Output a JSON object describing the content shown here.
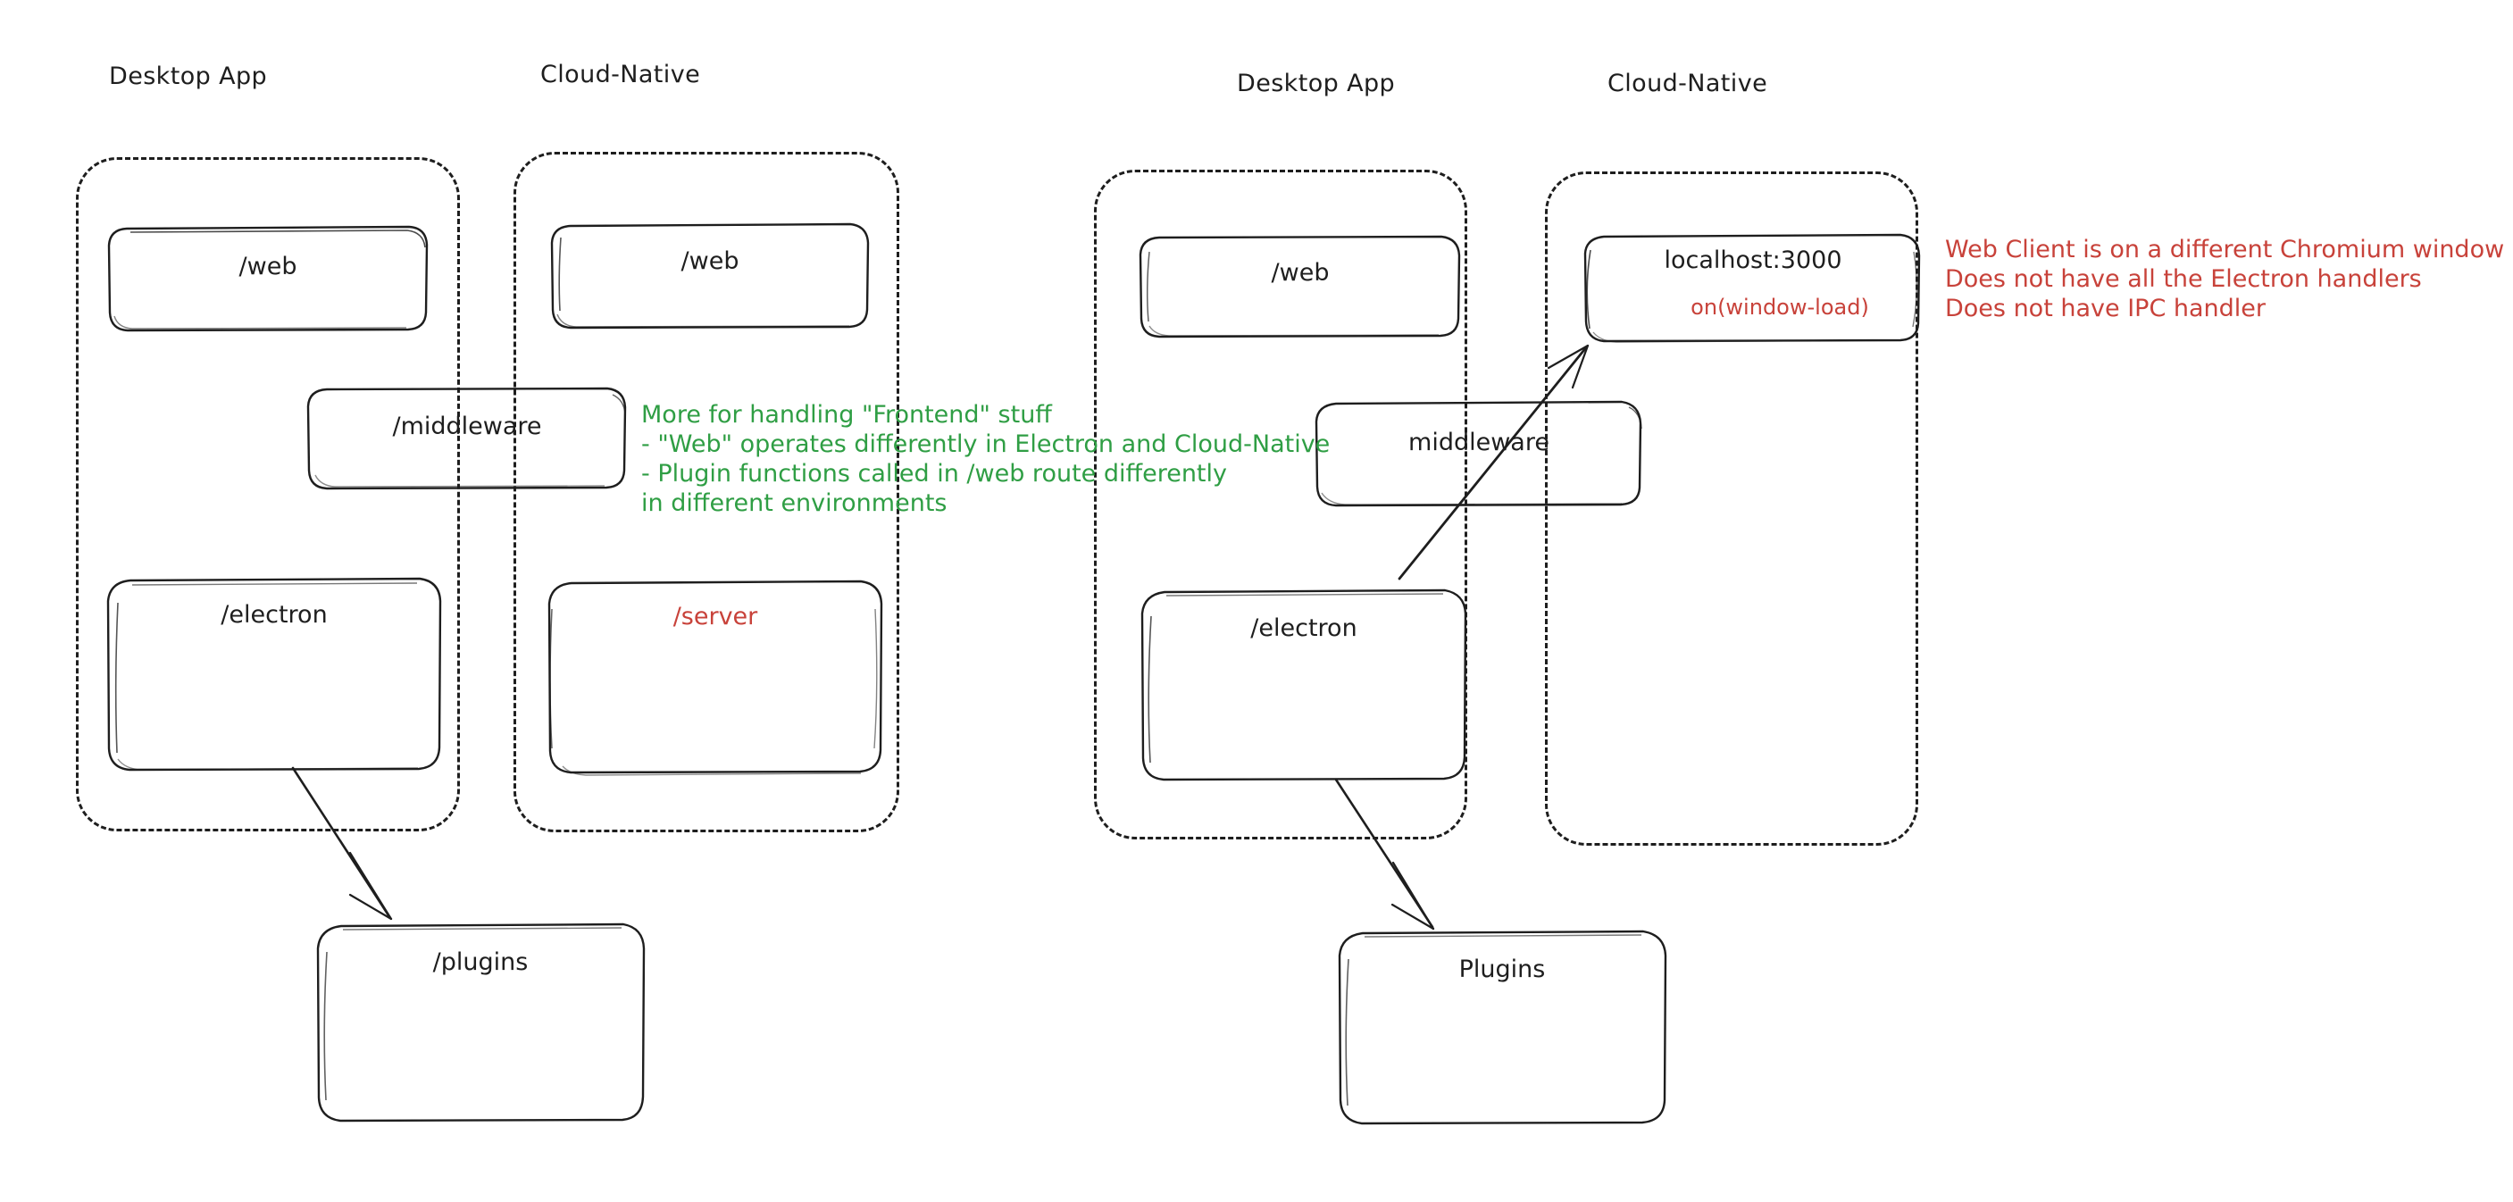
{
  "diagram": {
    "title_hidden": "",
    "background": "#ffffff",
    "stroke": "#1e1e1e",
    "accent_green": "#2f9e44",
    "accent_red": "#c8423a"
  },
  "groups": [
    {
      "label": "Desktop App"
    },
    {
      "label": "Cloud-Native"
    },
    {
      "label": "Desktop App"
    },
    {
      "label": "Cloud-Native"
    }
  ],
  "nodes": {
    "left_desktop_web": "/web",
    "left_cloud_web": "/web",
    "left_middleware": "/middleware",
    "left_electron": "/electron",
    "left_server": "/server",
    "left_plugins": "/plugins",
    "right_desktop_web": "/web",
    "right_localhost": "localhost:3000",
    "right_localhost_sub": "on(window-load)",
    "right_middleware": "middleware",
    "right_electron": "/electron",
    "right_plugins": "Plugins"
  },
  "annotations": {
    "green_note": "More for handling \"Frontend\" stuff\n- \"Web\" operates differently in Electron and Cloud-Native\n- Plugin functions called in /web route differently\nin different environments",
    "red_note": "Web Client is on a different Chromium window\nDoes not have all the Electron handlers\nDoes not have IPC handler"
  }
}
